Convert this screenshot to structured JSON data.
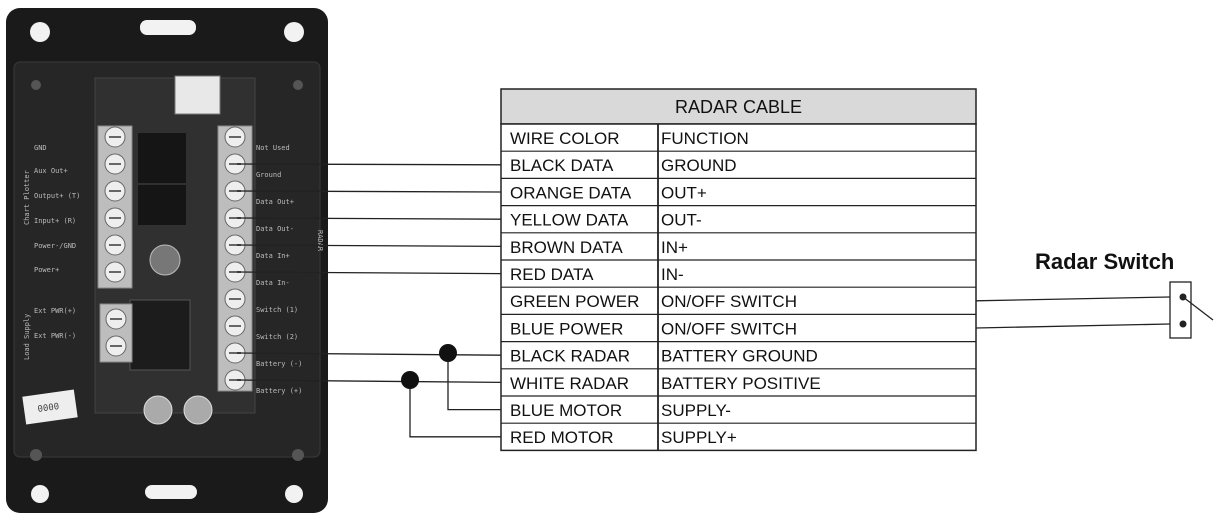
{
  "table": {
    "title": "RADAR CABLE",
    "header": {
      "color": "WIRE COLOR",
      "function": "FUNCTION"
    },
    "rows": [
      {
        "color": "BLACK DATA",
        "function": "GROUND"
      },
      {
        "color": "ORANGE DATA",
        "function": "OUT+"
      },
      {
        "color": "YELLOW DATA",
        "function": "OUT-"
      },
      {
        "color": "BROWN DATA",
        "function": "IN+"
      },
      {
        "color": "RED DATA",
        "function": "IN-"
      },
      {
        "color": "GREEN POWER",
        "function": "ON/OFF SWITCH"
      },
      {
        "color": "BLUE POWER",
        "function": "ON/OFF SWITCH"
      },
      {
        "color": "BLACK RADAR",
        "function": "BATTERY GROUND"
      },
      {
        "color": "WHITE RADAR",
        "function": "BATTERY POSITIVE"
      },
      {
        "color": "BLUE MOTOR",
        "function": "SUPPLY-"
      },
      {
        "color": "RED MOTOR",
        "function": "SUPPLY+"
      }
    ]
  },
  "switch": {
    "title": "Radar Switch"
  },
  "board": {
    "left_labels": [
      "GND",
      "Aux Out+",
      "Output+ (T)",
      "Input+ (R)",
      "Power-/GND",
      "Power+",
      "Ext PWR(+)",
      "Ext PWR(-)"
    ],
    "right_labels": [
      "Not Used",
      "Ground",
      "Data Out+",
      "Data Out-",
      "Data In+",
      "Data In-",
      "Switch (1)",
      "Switch (2)",
      "Battery (-)",
      "Battery (+)"
    ],
    "left_group_label": "Chart Plotter",
    "left_group_label2": "Load Supply",
    "right_group_label": "RADAR",
    "sticker": "0000"
  },
  "colors": {
    "line": "#222222",
    "table_header_bg": "#d9d9d9",
    "enclosure": "#1a1a1a"
  }
}
